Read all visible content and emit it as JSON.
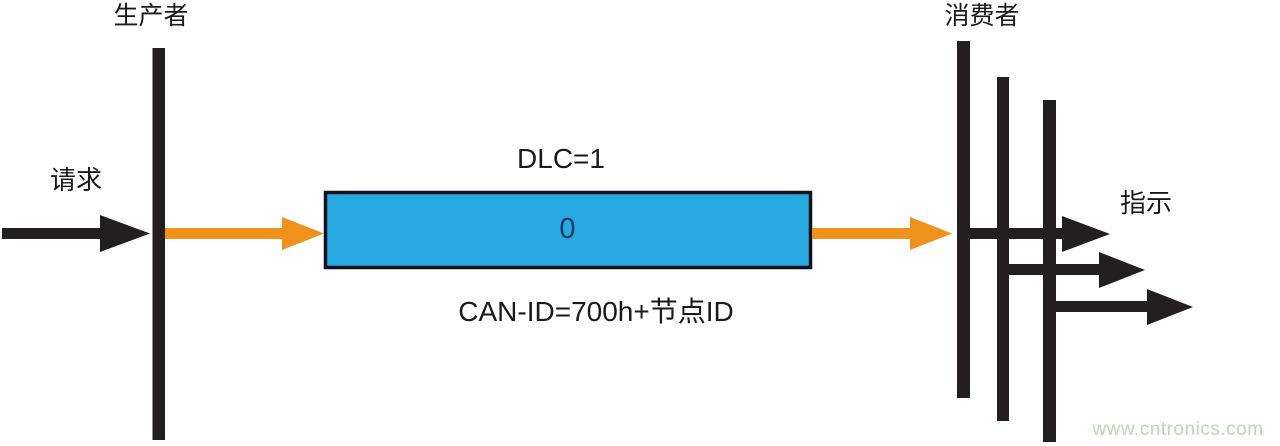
{
  "colors": {
    "background": "#FFFFFF",
    "shape_black": "#231F20",
    "arrow_orange": "#F0911C",
    "box_fill": "#29A9E1",
    "box_border": "#0C1220",
    "box_text": "#173A5E",
    "label_text": "#1A1A1A",
    "watermark_green": "#B7DBAE"
  },
  "producer": {
    "label": "生产者",
    "request_label": "请求"
  },
  "consumer": {
    "label": "消费者",
    "indication_label": "指示"
  },
  "message": {
    "dlc_label": "DLC=1",
    "payload": "0",
    "can_id_label": "CAN-ID=700h+节点ID"
  },
  "watermark": "www.cntronics.com"
}
